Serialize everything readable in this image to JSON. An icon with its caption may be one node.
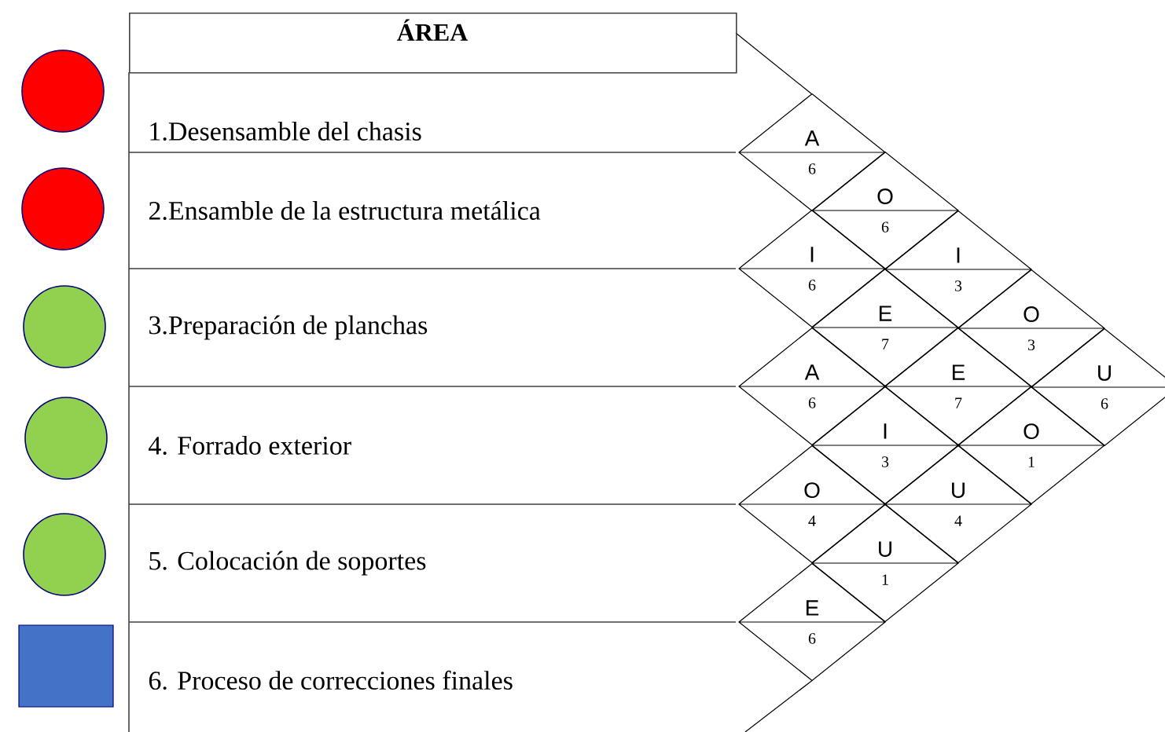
{
  "diagram": {
    "nodes": [
      {
        "text": [
          "ÁREA"
        ]
      },
      {
        "text": [
          "1.Desensamble del chasis"
        ]
      },
      {
        "text": [
          "2.Ensamble de la estructura metálica"
        ]
      },
      {
        "text": [
          "3.Preparación de planchas"
        ]
      },
      {
        "text": [
          "4. Forrado exterior"
        ]
      },
      {
        "text": [
          "5. Colocación de soportes"
        ]
      },
      {
        "text": [
          "6. Proceso de correcciones finales"
        ]
      },
      {
        "text": [],
        "shape": "circle"
      },
      {
        "text": [],
        "shape": "circle"
      },
      {
        "text": [],
        "shape": "circle"
      },
      {
        "text": [],
        "shape": "circle"
      },
      {
        "text": [],
        "shape": "circle"
      },
      {
        "text": [],
        "shape": "box"
      },
      {
        "text": [
          "A",
          "6"
        ]
      },
      {
        "text": [
          "O",
          "6"
        ]
      },
      {
        "text": [
          "I",
          "6"
        ]
      },
      {
        "text": [
          "I",
          "3"
        ]
      },
      {
        "text": [
          "E",
          "7"
        ]
      },
      {
        "text": [
          "O",
          "3"
        ]
      },
      {
        "text": [
          "A",
          "6"
        ]
      },
      {
        "text": [
          "E",
          "7"
        ]
      },
      {
        "text": [
          "U",
          "6"
        ]
      },
      {
        "text": [
          "I",
          "3"
        ]
      },
      {
        "text": [
          "O",
          "1"
        ]
      },
      {
        "text": [
          "O",
          "4"
        ]
      },
      {
        "text": [
          "U",
          "4"
        ]
      },
      {
        "text": [
          "U",
          "1"
        ]
      },
      {
        "text": [
          "E",
          "6"
        ]
      }
    ]
  }
}
